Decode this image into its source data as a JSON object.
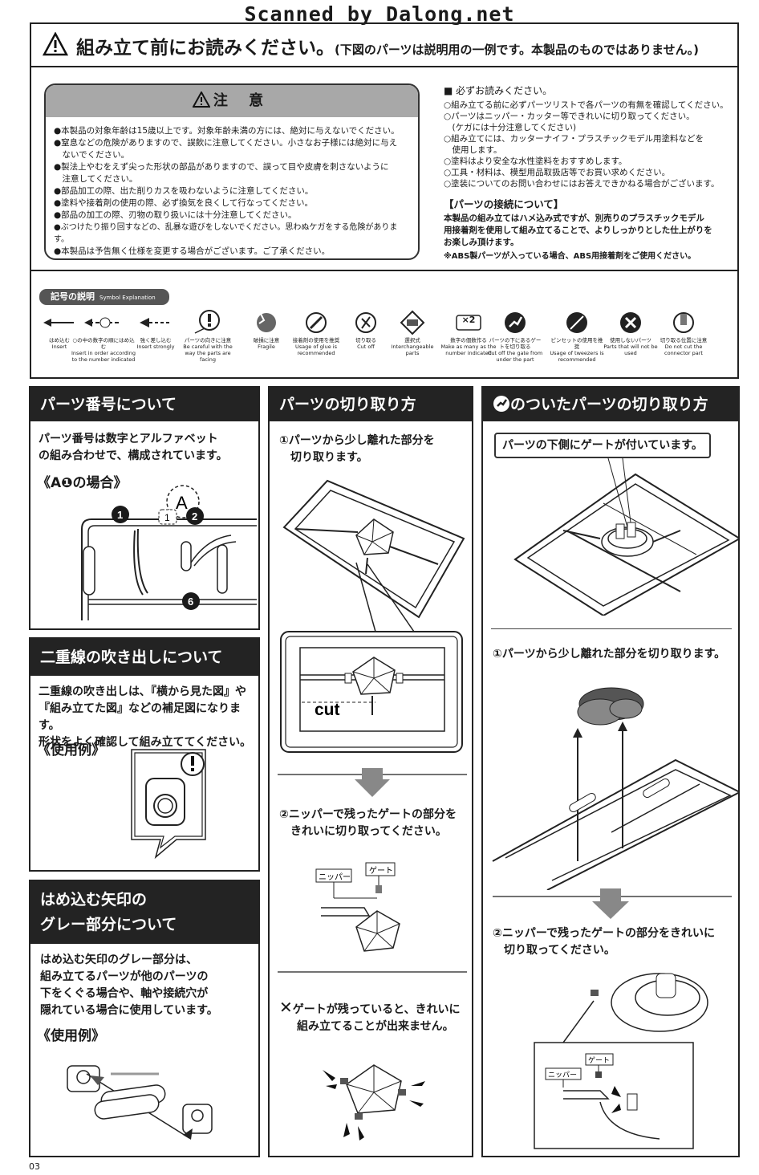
{
  "scan_credit": "Scanned by Dalong.net",
  "header": {
    "title": "組み立て前にお読みください。",
    "subtitle": "(下図のパーツは説明用の一例です。本製品のものではありません。)"
  },
  "caution": {
    "title": "注 意",
    "items": [
      "●本製品の対象年齢は15歳以上です。対象年齢未満の方には、絶対に与えないでください。",
      "●窒息などの危険がありますので、誤飲に注意してください。小さなお子様には絶対に与え",
      "　ないでください。",
      "●製法上やむをえず尖った形状の部品がありますので、誤って目や皮膚を刺さないように",
      "　注意してください。",
      "●部品加工の際、出た削りカスを吸わないように注意してください。",
      "●塗料や接着剤の使用の際、必ず換気を良くして行なってください。",
      "●部品の加工の際、刃物の取り扱いには十分注意してください。",
      "●ぶつけたり振り回すなどの、乱暴な遊びをしないでください。思わぬケガをする危険があります。",
      "●本製品は予告無く仕様を変更する場合がございます。ご了承ください。"
    ]
  },
  "must_read": {
    "title": "■ 必ずお読みください。",
    "items": [
      "○組み立てる前に必ずパーツリストで各パーツの有無を確認してください。",
      "○パーツはニッパー・カッター等できれいに切り取ってください。",
      "　(ケガには十分注意してください)",
      "○組み立てには、カッターナイフ・プラスチックモデル用塗料などを",
      "　使用します。",
      "○塗料はより安全な水性塗料をおすすめします。",
      "○工具・材料は、模型用品取扱店等でお買い求めください。",
      "○塗装についてのお問い合わせにはお答えできかねる場合がございます。"
    ],
    "joint_title": "【パーツの接続について】",
    "joint_body": [
      "本製品の組み立てはハメ込み式ですが、別売りのプラスチックモデル",
      "用接着剤を使用して組み立てることで、よりしっかりとした仕上がりを",
      "お楽しみ頂けます。"
    ],
    "joint_note": "※ABS製パーツが入っている場合、ABS用接着剤をご使用ください。"
  },
  "symbols": {
    "title": "記号の説明",
    "title_en": "Symbol Explanation",
    "items": [
      {
        "jp": "はめ込む",
        "en": "Insert",
        "icon": "arrow-insert-icon"
      },
      {
        "jp": "○の中の数字の順にはめ込む",
        "en": "Insert in order according to the number indicated",
        "icon": "arrow-order-icon"
      },
      {
        "jp": "強く差し込む",
        "en": "Insert strongly",
        "icon": "arrow-strong-icon"
      },
      {
        "jp": "パーツの向きに注意",
        "en": "Be careful with the way the parts are facing",
        "icon": "direction-warning-icon"
      },
      {
        "jp": "破損に注意",
        "en": "Fragile",
        "icon": "fragile-icon"
      },
      {
        "jp": "接着剤の使用を推奨",
        "en": "Usage of glue is recommended",
        "icon": "glue-icon"
      },
      {
        "jp": "切り取る",
        "en": "Cut off",
        "icon": "cut-icon"
      },
      {
        "jp": "選択式",
        "en": "Interchangeable parts",
        "icon": "select-icon"
      },
      {
        "jp": "数字の個数作る",
        "en": "Make as many as the number indicated",
        "icon": "multiply-icon",
        "label": "×2"
      },
      {
        "jp": "パーツの下にあるゲートを切り取る",
        "en": "Cut off the gate from under the part",
        "icon": "gate-under-icon"
      },
      {
        "jp": "ピンセットの使用を推奨",
        "en": "Usage of tweezers is recommended",
        "icon": "tweezers-icon"
      },
      {
        "jp": "使用しないパーツ",
        "en": "Parts that will not be used",
        "icon": "unused-icon"
      },
      {
        "jp": "切り取る位置に注意",
        "en": "Do not cut the connector part",
        "icon": "cut-position-icon"
      }
    ]
  },
  "part_number": {
    "heading": "パーツ番号について",
    "body": [
      "パーツ番号は数字とアルファベット",
      "の組み合わせで、構成されています。"
    ],
    "example": "《A❶の場合》",
    "labels": {
      "a": "A",
      "n1": "1",
      "n1b": "1",
      "n2": "2",
      "n6": "6"
    }
  },
  "double_balloon": {
    "heading": "二重線の吹き出しについて",
    "body": [
      "二重線の吹き出しは､『横から見た図』や",
      "『組み立てた図』などの補足図になります。",
      "形状をよく確認して組み立ててください。"
    ],
    "example": "《使用例》"
  },
  "gray_arrow": {
    "heading_lines": [
      "はめ込む矢印の",
      "グレー部分について"
    ],
    "body": [
      "はめ込む矢印のグレー部分は、",
      "組み立てるパーツが他のパーツの",
      "下をくぐる場合や、軸や接続穴が",
      "隠れている場合に使用しています。"
    ],
    "example": "《使用例》"
  },
  "cut_method": {
    "heading": "パーツの切り取り方",
    "step1": [
      "①パーツから少し離れた部分を",
      "　切り取ります。"
    ],
    "cut_label": "cut",
    "step2": [
      "②ニッパーで残ったゲートの部分を",
      "　きれいに切り取ってください。"
    ],
    "nipper_label": "ニッパー",
    "gate_label": "ゲート",
    "warn": [
      "ゲートが残っていると、きれいに",
      "組み立てることが出来ません。"
    ]
  },
  "gate_parts": {
    "heading": "のついたパーツの切り取り方",
    "callout": "パーツの下側にゲートが付いています。",
    "step1": "①パーツから少し離れた部分を切り取ります。",
    "step2": [
      "②ニッパーで残ったゲートの部分をきれいに",
      "　切り取ってください。"
    ],
    "gate_label": "ゲート",
    "nipper_label": "ニッパー"
  },
  "page_number": "03"
}
